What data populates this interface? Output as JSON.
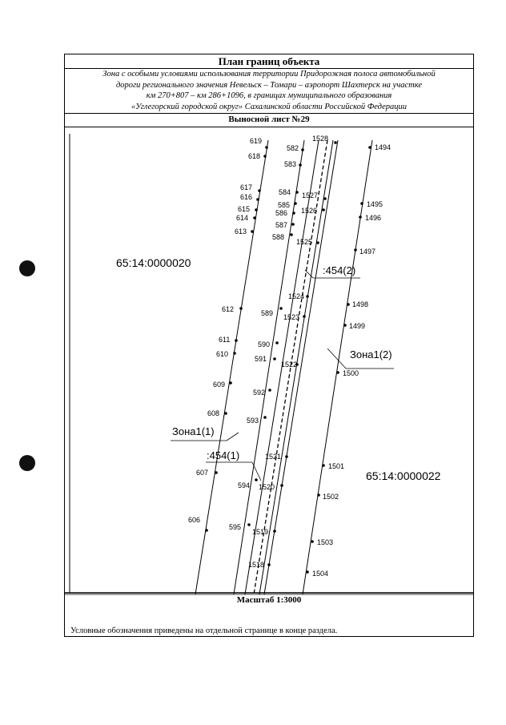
{
  "header": {
    "title": "План границ объекта",
    "description_lines": [
      "Зона с особыми условиями использования территории Придорожная полоса автомобильной",
      "дороги регионального значения Невельск – Томари – аэропорт Шахтерск на участке",
      "км 270+807 – км 286+1096, в границах муниципального образования",
      "«Углегорский городской округ» Сахалинской области Российской Федерации"
    ],
    "sheet": "Выносной лист №29"
  },
  "map": {
    "parcels": [
      "65:14:0000020",
      "65:14:0000022"
    ],
    "zone_labels": [
      ":454(2)",
      "Зона1(2)",
      "Зона1(1)",
      ":454(1)"
    ],
    "point_labels": [
      "619",
      "618",
      "617",
      "616",
      "615",
      "614",
      "613",
      "612",
      "611",
      "610",
      "609",
      "608",
      "607",
      "606",
      "582",
      "583",
      "584",
      "585",
      "586",
      "587",
      "588",
      "589",
      "590",
      "591",
      "592",
      "593",
      "594",
      "595",
      "1528",
      "1527",
      "1526",
      "1525",
      "1524",
      "1523",
      "1522",
      "1521",
      "1520",
      "1519",
      "1518",
      "1494",
      "1495",
      "1496",
      "1497",
      "1498",
      "1499",
      "1500",
      "1501",
      "1502",
      "1503",
      "1504"
    ]
  },
  "footer": {
    "scale": "Масштаб 1:3000",
    "note": "Условные обозначения приведены на отдельной странице в конце раздела."
  }
}
